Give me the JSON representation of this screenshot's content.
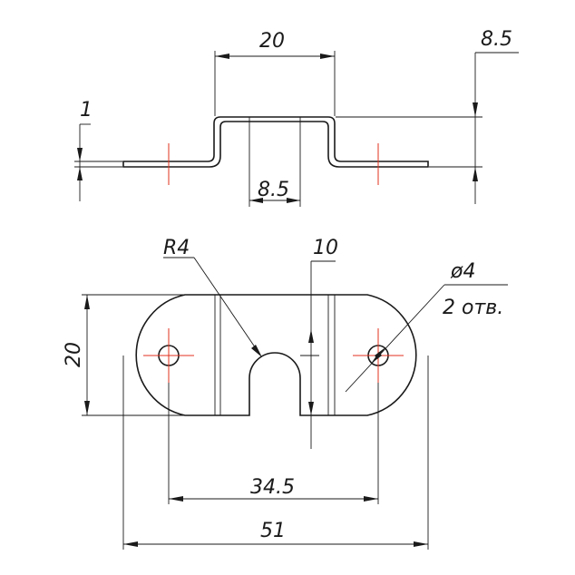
{
  "dimensions": {
    "top_width": "20",
    "top_height": "8.5",
    "thickness": "1",
    "slot_width": "8.5",
    "radius": "R4",
    "slot_offset": "10",
    "hole_diameter": "ø4",
    "hole_count": "2 отв.",
    "plan_height": "20",
    "hole_spacing": "34.5",
    "overall_length": "51"
  },
  "colors": {
    "line": "#1a1a1a",
    "axis": "#e0301e"
  }
}
